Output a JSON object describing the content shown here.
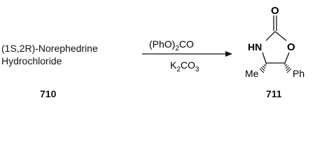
{
  "reactant": {
    "name_line1": "(1S,2R)-Norephedrine",
    "name_line2": "Hydrochloride",
    "number": "710"
  },
  "reaction": {
    "reagent_above_parts": [
      "(PhO)",
      "2",
      "CO"
    ],
    "reagent_below_parts": [
      "K",
      "2",
      "CO",
      "3"
    ]
  },
  "product": {
    "number": "711",
    "atoms": {
      "carbonyl_o": "O",
      "nh": "HN",
      "ring_o": "O",
      "methyl": "Me",
      "phenyl": "Ph"
    }
  },
  "colors": {
    "ink": "#111111"
  }
}
